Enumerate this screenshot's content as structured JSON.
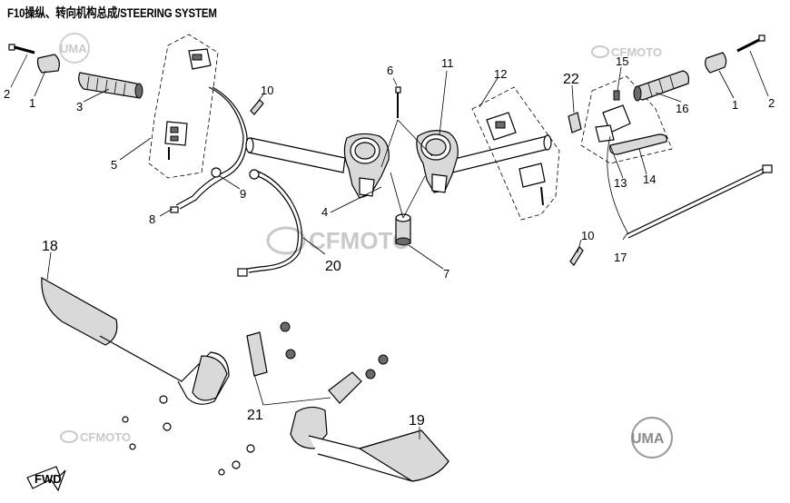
{
  "title": "F10操纵、转向机构总成/STEERING SYSTEM",
  "watermarks": {
    "brand": "CFMOTO",
    "badge": "UMA"
  },
  "callouts": {
    "c1a": "1",
    "c2a": "2",
    "c3": "3",
    "c4": "4",
    "c5": "5",
    "c6": "6",
    "c7": "7",
    "c8": "8",
    "c9": "9",
    "c10a": "10",
    "c11": "11",
    "c12": "12",
    "c22": "22",
    "c15": "15",
    "c16": "16",
    "c1b": "1",
    "c2b": "2",
    "c13": "13",
    "c14": "14",
    "c10b": "10",
    "c17": "17",
    "c18": "18",
    "c20": "20",
    "c21": "21",
    "c19": "19"
  },
  "fwd_label": "FWD",
  "colors": {
    "line": "#000000",
    "part_fill": "#d9d9d9",
    "watermark": "#c9c9c9"
  }
}
